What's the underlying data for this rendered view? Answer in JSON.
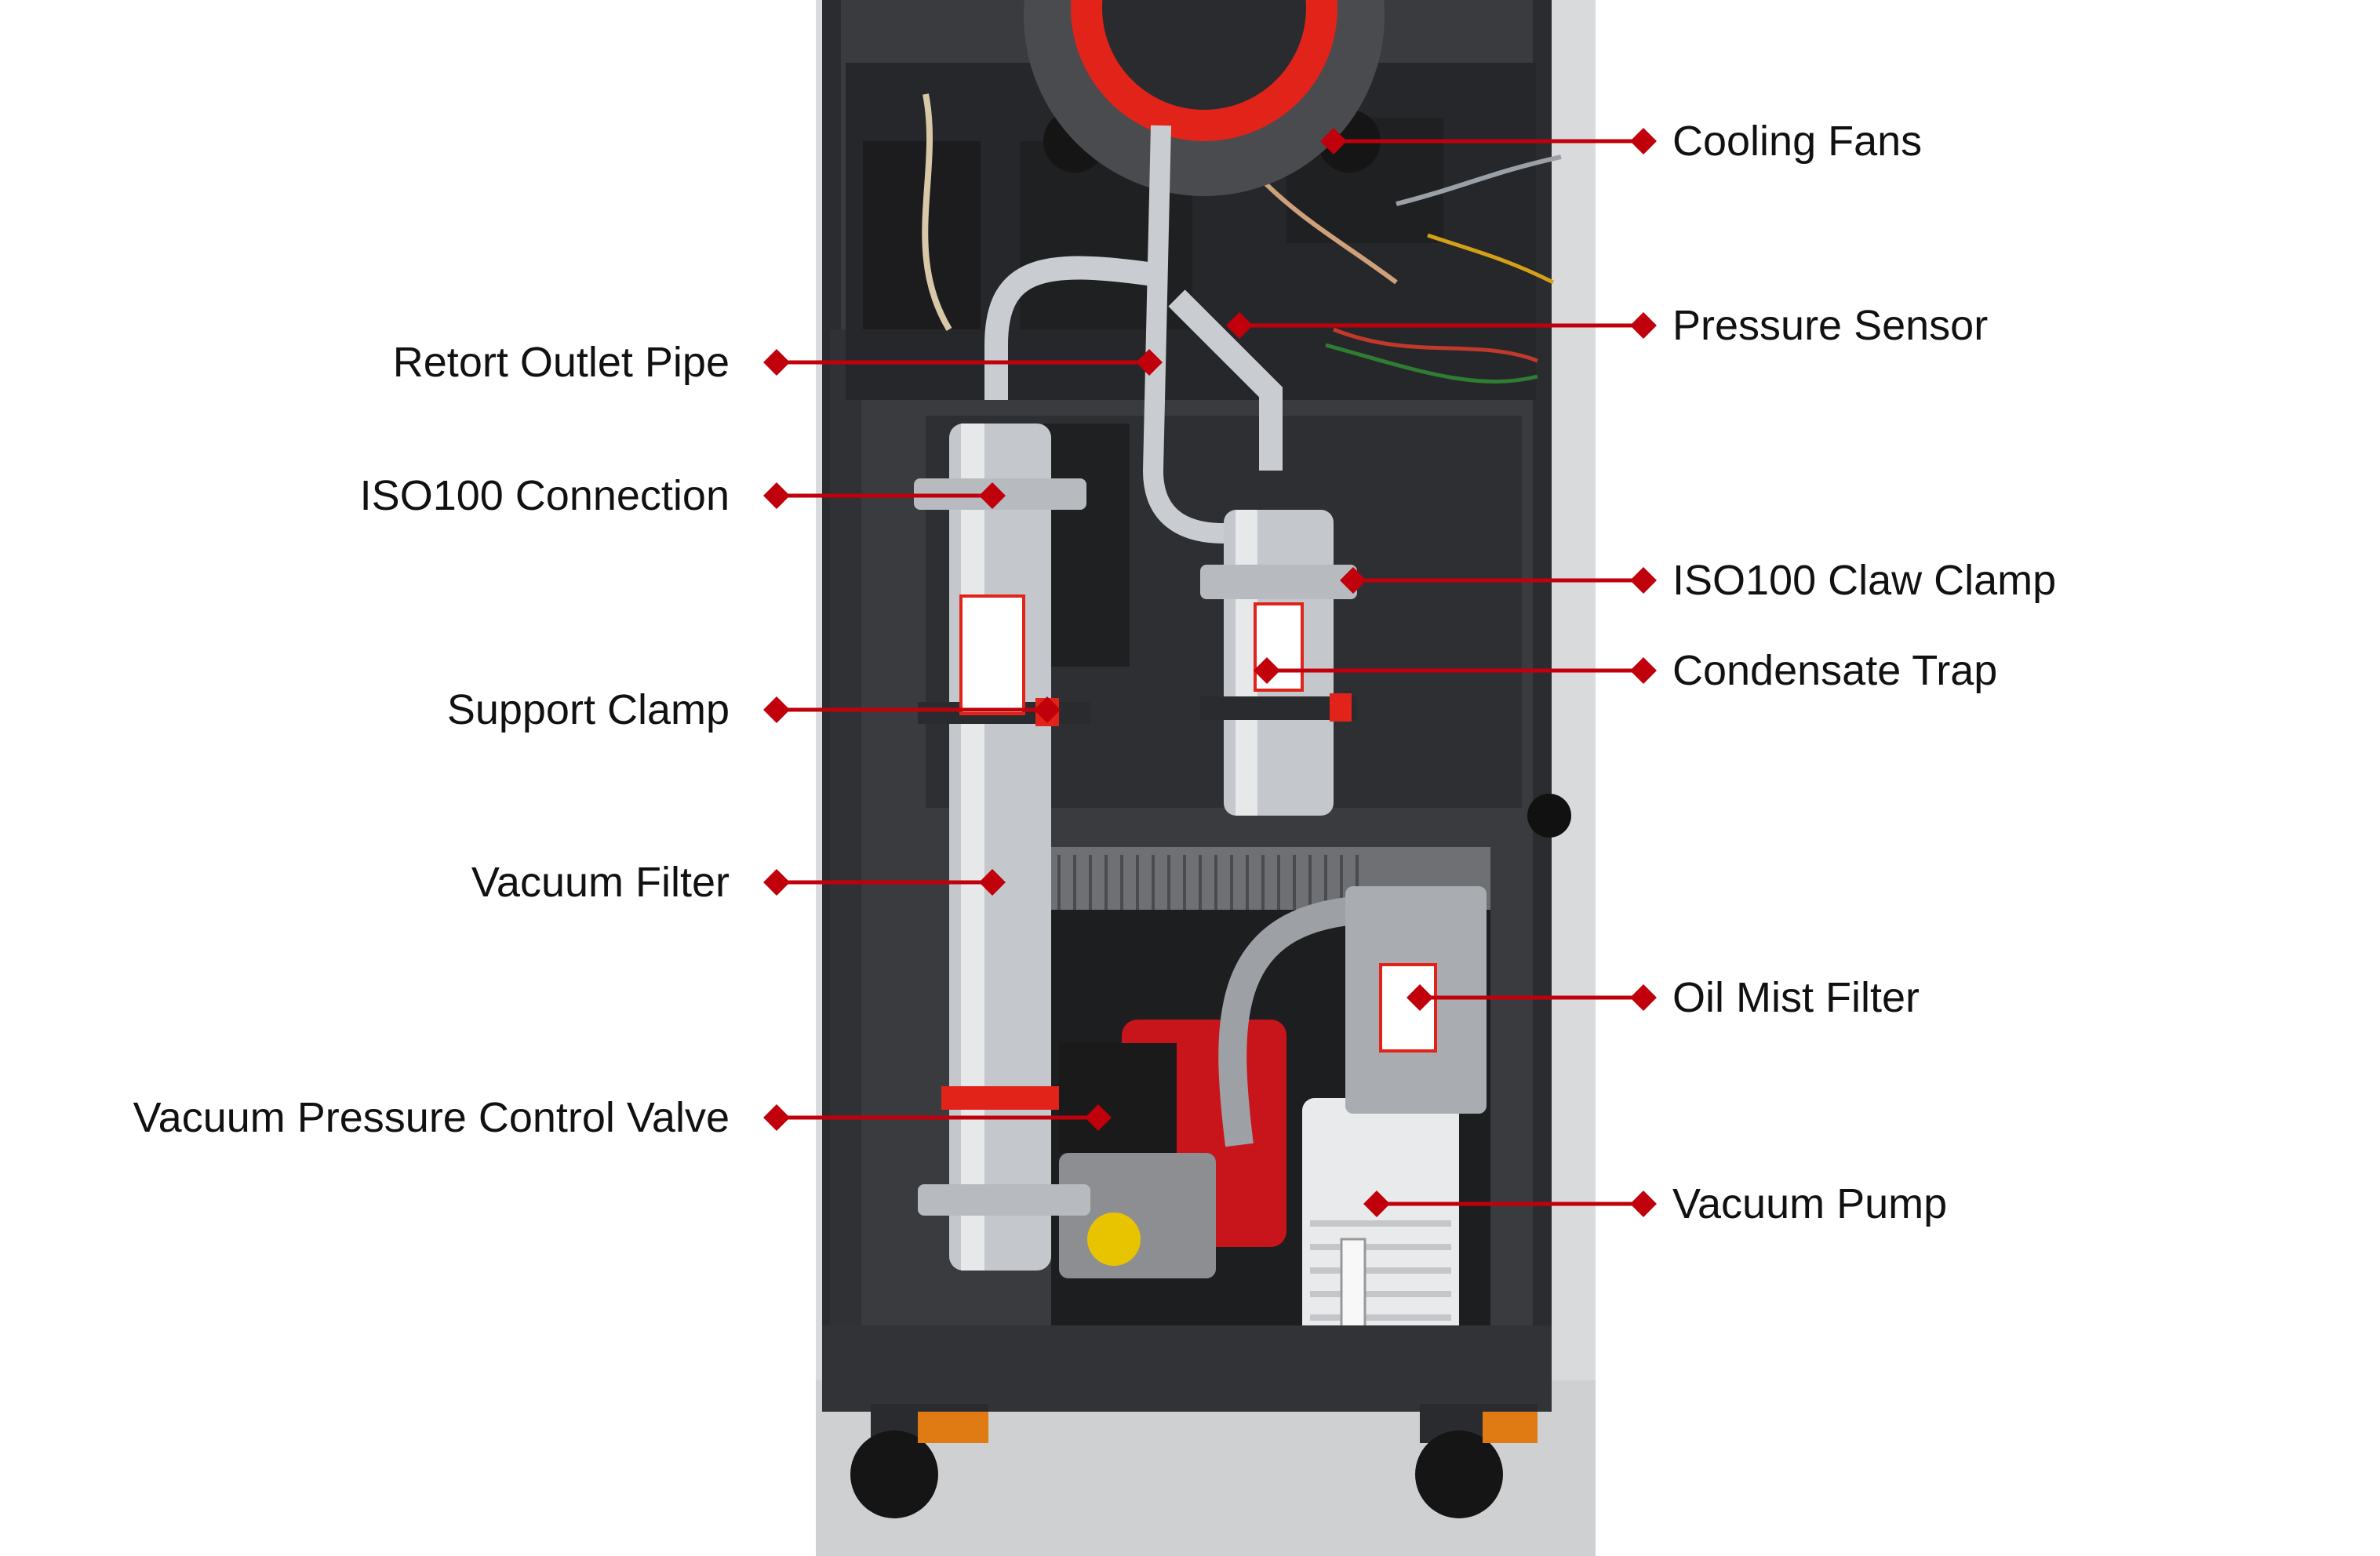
{
  "colors": {
    "callout": "#c0000a",
    "cabinet": "#3a3b3e",
    "cabinet_dark": "#222326",
    "floor": "#cfd0d2",
    "steel": "#c9ccd0",
    "retort_red": "#e2231a",
    "pump_red": "#c8141b"
  },
  "labels": {
    "cooling_fans": "Cooling Fans",
    "pressure_sensor": "Pressure Sensor",
    "retort_outlet_pipe": "Retort Outlet Pipe",
    "iso100_connection": "ISO100 Connection",
    "iso100_claw_clamp": "ISO100 Claw Clamp",
    "condensate_trap": "Condensate Trap",
    "support_clamp": "Support Clamp",
    "vacuum_filter": "Vacuum Filter",
    "oil_mist_filter": "Oil Mist Filter",
    "vacuum_pressure_control_valve": "Vacuum Pressure Control Valve",
    "vacuum_pump": "Vacuum Pump"
  },
  "icons": {
    "callout_end": "diamond-icon"
  }
}
